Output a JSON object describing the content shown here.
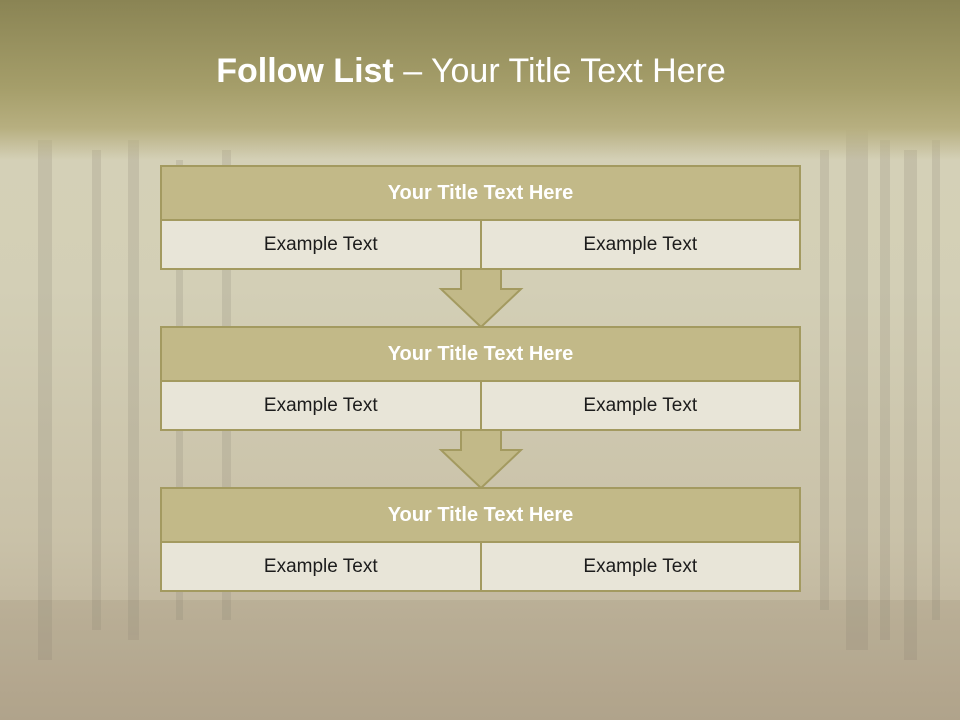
{
  "slide": {
    "title_lead": "Follow List",
    "title_rest": " – Your Title Text Here"
  },
  "blocks": [
    {
      "title": "Your Title Text Here",
      "left": "Example Text",
      "right": "Example Text"
    },
    {
      "title": "Your Title Text Here",
      "left": "Example Text",
      "right": "Example Text"
    },
    {
      "title": "Your Title Text Here",
      "left": "Example Text",
      "right": "Example Text"
    }
  ],
  "colors": {
    "header_band": "#a59e6a",
    "box_fill": "#c2b988",
    "box_border": "#a39a60",
    "cell_fill": "#e8e5d8"
  }
}
